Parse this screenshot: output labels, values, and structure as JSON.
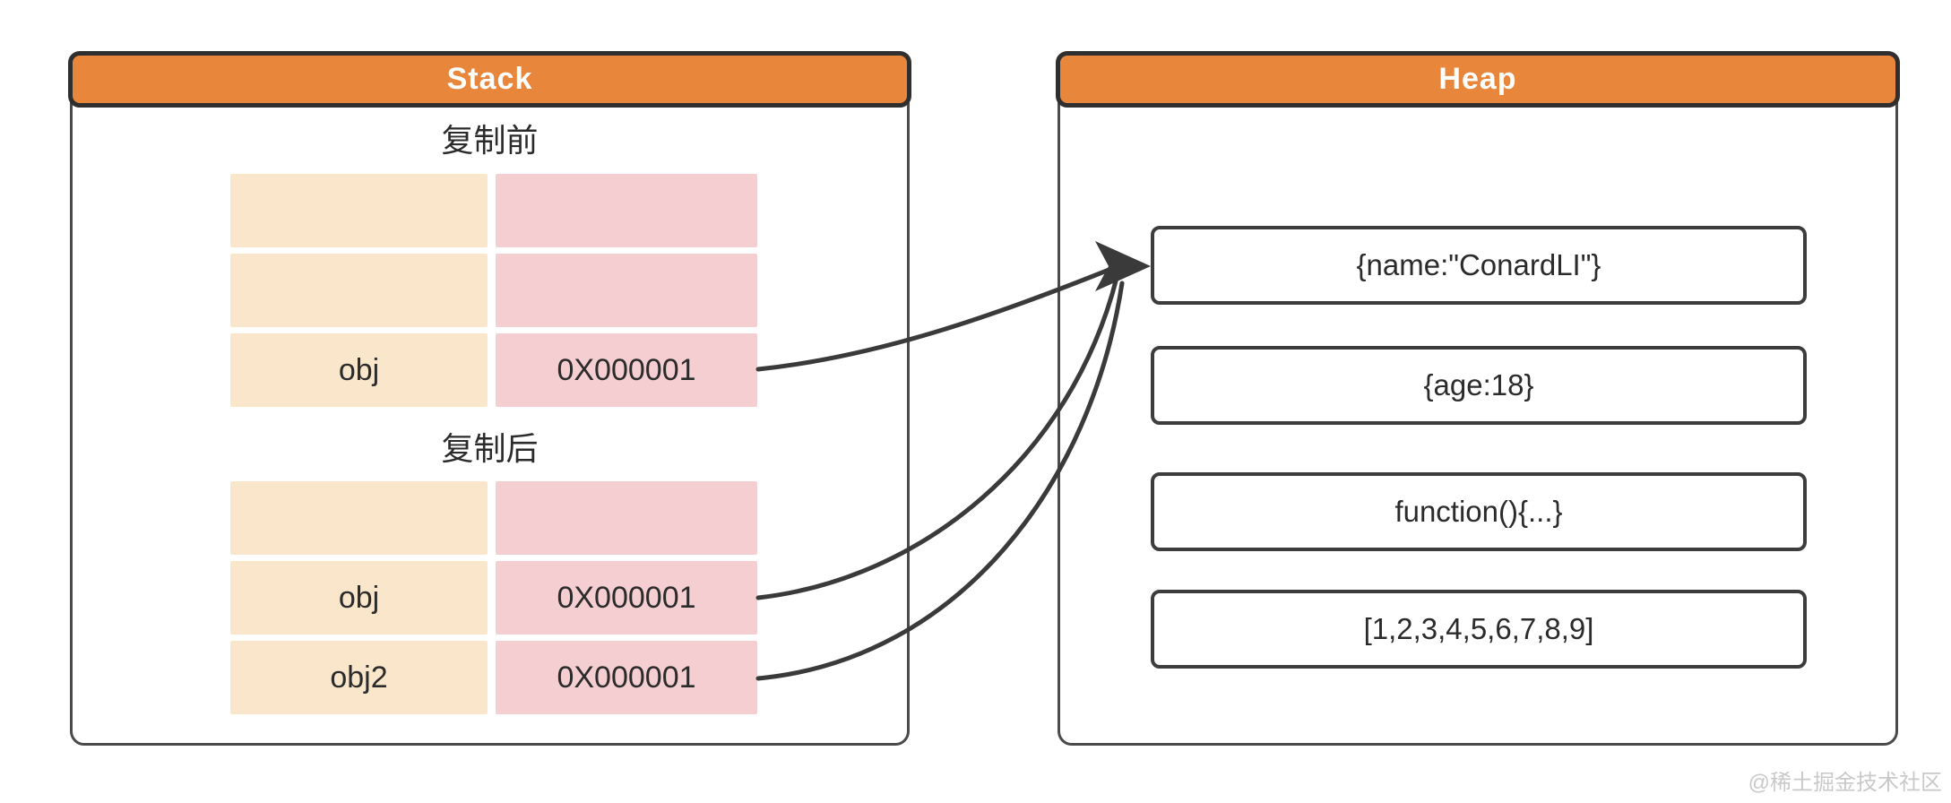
{
  "stack": {
    "title": "Stack",
    "before": {
      "label": "复制前",
      "rows": [
        {
          "name": "",
          "addr": ""
        },
        {
          "name": "",
          "addr": ""
        },
        {
          "name": "obj",
          "addr": "0X000001"
        }
      ]
    },
    "after": {
      "label": "复制后",
      "rows": [
        {
          "name": "",
          "addr": ""
        },
        {
          "name": "obj",
          "addr": "0X000001"
        },
        {
          "name": "obj2",
          "addr": "0X000001"
        }
      ]
    }
  },
  "heap": {
    "title": "Heap",
    "objects": [
      "{name:\"ConardLI\"}",
      "{age:18}",
      "function(){...}",
      "[1,2,3,4,5,6,7,8,9]"
    ]
  },
  "watermark": "@稀土掘金技术社区",
  "colors": {
    "header_orange": "#e8873c",
    "panel_border": "#4a4a4a",
    "header_border": "#2f2f2f",
    "cell_cream": "#fae7cb",
    "cell_pink": "#f5ced2",
    "heap_box_border": "#3d3d3d",
    "arrow": "#3a3a3a",
    "text": "#2b2b2b",
    "watermark_gray": "#c9c9c9"
  }
}
